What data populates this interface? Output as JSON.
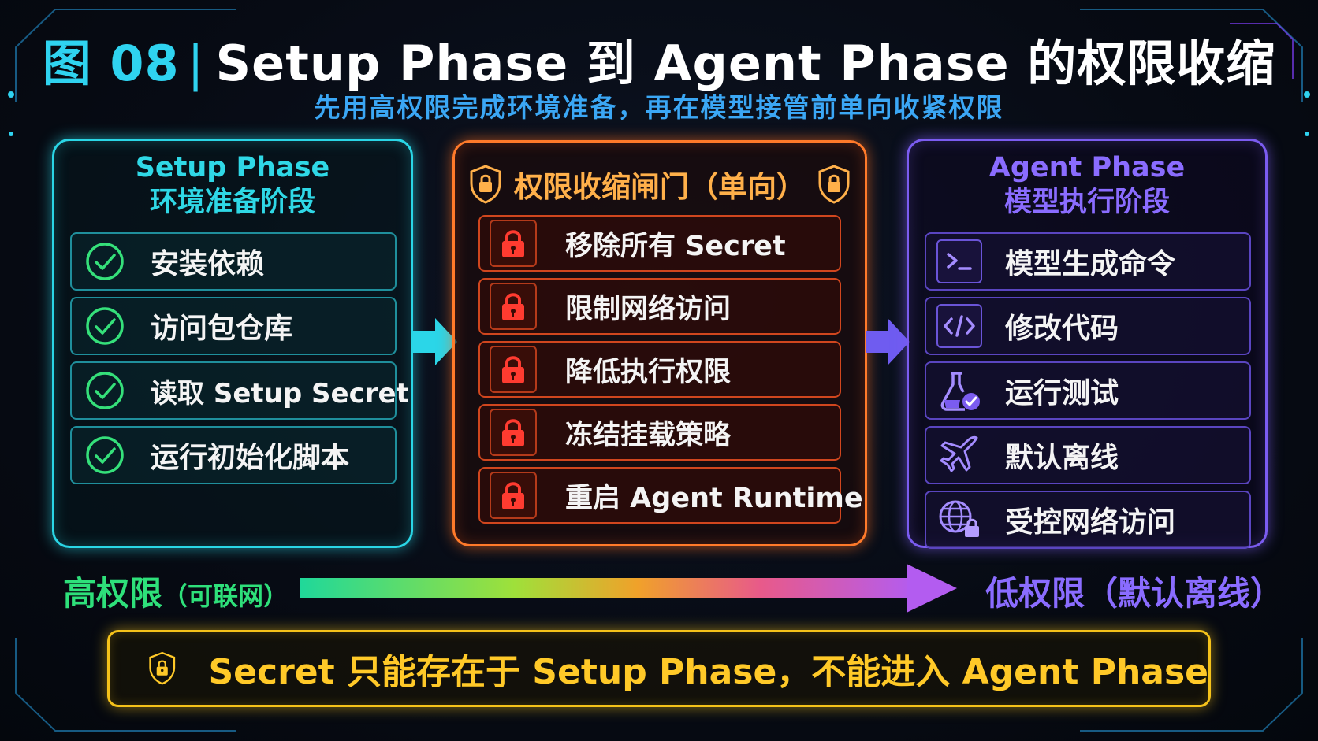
{
  "header": {
    "figure_label": "图 08",
    "title": "Setup Phase 到 Agent Phase 的权限收缩",
    "subtitle": "先用高权限完成环境准备，再在模型接管前单向收紧权限"
  },
  "setup_panel": {
    "title_en": "Setup Phase",
    "title_zh": "环境准备阶段",
    "items": [
      {
        "label": "安装依赖",
        "icon": "check-circle-icon"
      },
      {
        "label": "访问包仓库",
        "icon": "check-circle-icon"
      },
      {
        "label": "读取 Setup Secret",
        "icon": "check-circle-icon"
      },
      {
        "label": "运行初始化脚本",
        "icon": "check-circle-icon"
      }
    ]
  },
  "gate_panel": {
    "title": "权限收缩闸门（单向）",
    "items": [
      {
        "label": "移除所有 Secret",
        "icon": "lock-icon"
      },
      {
        "label": "限制网络访问",
        "icon": "lock-icon"
      },
      {
        "label": "降低执行权限",
        "icon": "lock-icon"
      },
      {
        "label": "冻结挂载策略",
        "icon": "lock-icon"
      },
      {
        "label": "重启 Agent Runtime",
        "icon": "lock-icon"
      }
    ]
  },
  "agent_panel": {
    "title_en": "Agent Phase",
    "title_zh": "模型执行阶段",
    "items": [
      {
        "label": "模型生成命令",
        "icon": "terminal-icon"
      },
      {
        "label": "修改代码",
        "icon": "code-icon"
      },
      {
        "label": "运行测试",
        "icon": "flask-check-icon"
      },
      {
        "label": "默认离线",
        "icon": "airplane-icon"
      },
      {
        "label": "受控网络访问",
        "icon": "globe-lock-icon"
      }
    ]
  },
  "privilege_scale": {
    "high_label": "高权限",
    "high_note": "（可联网）",
    "low_label": "低权限（默认离线）"
  },
  "footer_note": {
    "text": "Secret 只能存在于 Setup Phase，不能进入 Agent Phase",
    "icon": "shield-lock-icon"
  },
  "colors": {
    "setup": "#2ad6e6",
    "gate": "#ff7a2a",
    "agent": "#7b5cf0",
    "note": "#f5c21a",
    "check": "#35e07a",
    "lock": "#ff3b30"
  }
}
